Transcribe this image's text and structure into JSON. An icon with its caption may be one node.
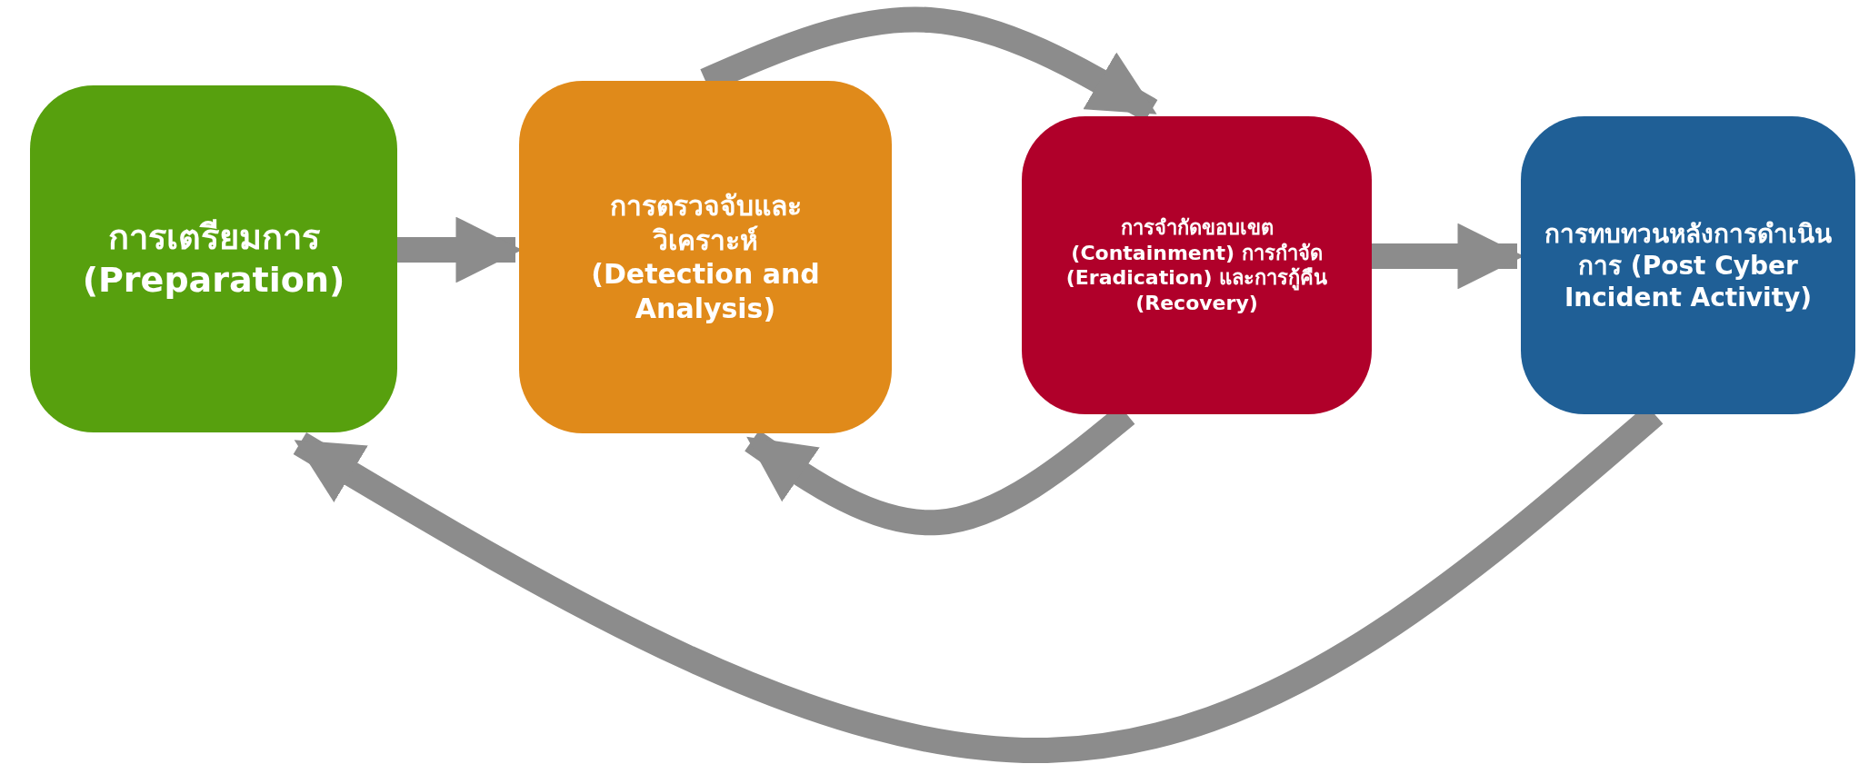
{
  "diagram": {
    "nodes": [
      {
        "text": [
          "การเตรียมการ (Preparation)"
        ]
      },
      {
        "text": [
          "การตรวจจับและวิเคราะห์ (Detection and Analysis)"
        ]
      },
      {
        "text": [
          "การจำกัดขอบเขต (Containment) การกำจัด (Eradication) และการกู้คืน (Recovery)"
        ]
      },
      {
        "text": [
          "การทบทวนหลังการดำเนินการ (Post Cyber Incident Activity)"
        ]
      }
    ],
    "edges": [
      {
        "from": 0,
        "to": 1,
        "arrow": "to"
      },
      {
        "from": 1,
        "to": 2,
        "arrow": "to"
      },
      {
        "from": 2,
        "to": 1,
        "arrow": "to"
      },
      {
        "from": 2,
        "to": 3,
        "arrow": "to"
      },
      {
        "from": 3,
        "to": 0,
        "arrow": "to"
      }
    ]
  }
}
